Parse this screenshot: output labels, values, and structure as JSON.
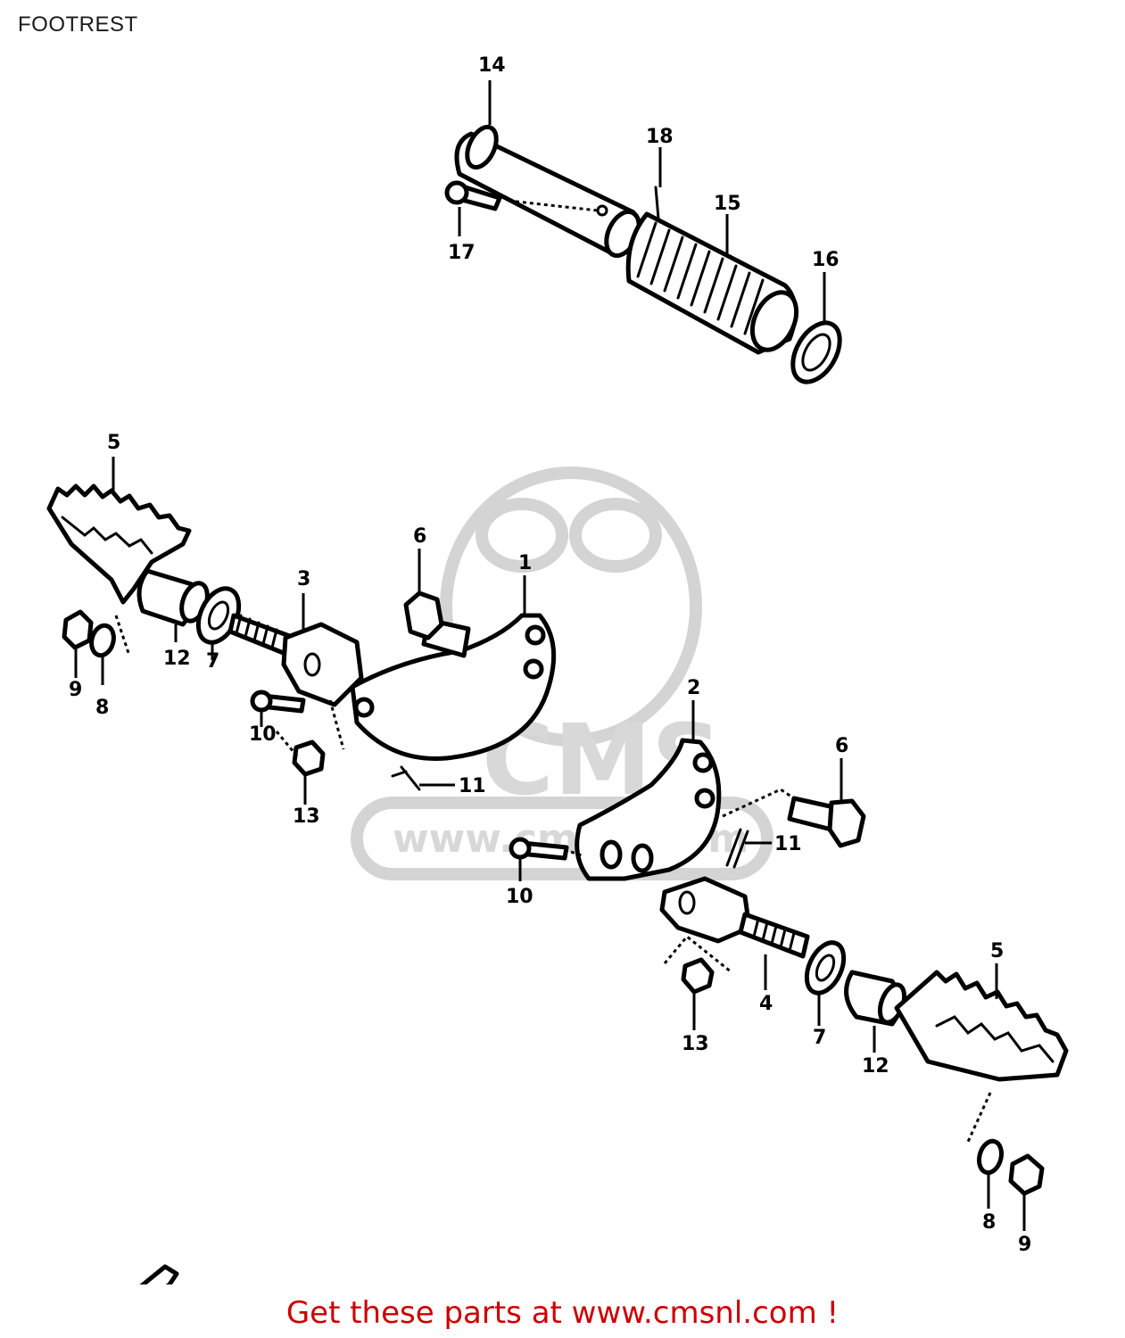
{
  "page": {
    "title": "FOOTREST",
    "footer_link": "Get these parts at www.cmsnl.com !"
  },
  "watermark": {
    "logo_text": "CMS",
    "url_text": "www.cmsnl.com"
  },
  "callouts": {
    "c1": "1",
    "c2": "2",
    "c3": "3",
    "c4": "4",
    "c5a": "5",
    "c5b": "5",
    "c6a": "6",
    "c6b": "6",
    "c7a": "7",
    "c7b": "7",
    "c8a": "8",
    "c8b": "8",
    "c9a": "9",
    "c9b": "9",
    "c10a": "10",
    "c10b": "10",
    "c11a": "11",
    "c11b": "11",
    "c12a": "12",
    "c12b": "12",
    "c13a": "13",
    "c13b": "13",
    "c14": "14",
    "c15": "15",
    "c16": "16",
    "c17": "17",
    "c18": "18"
  },
  "colors": {
    "footer_text": "#cc0000",
    "line_art": "#000000",
    "watermark": "#d4d4d4"
  },
  "fwd_marker_icon": "arrow-fwd-icon"
}
